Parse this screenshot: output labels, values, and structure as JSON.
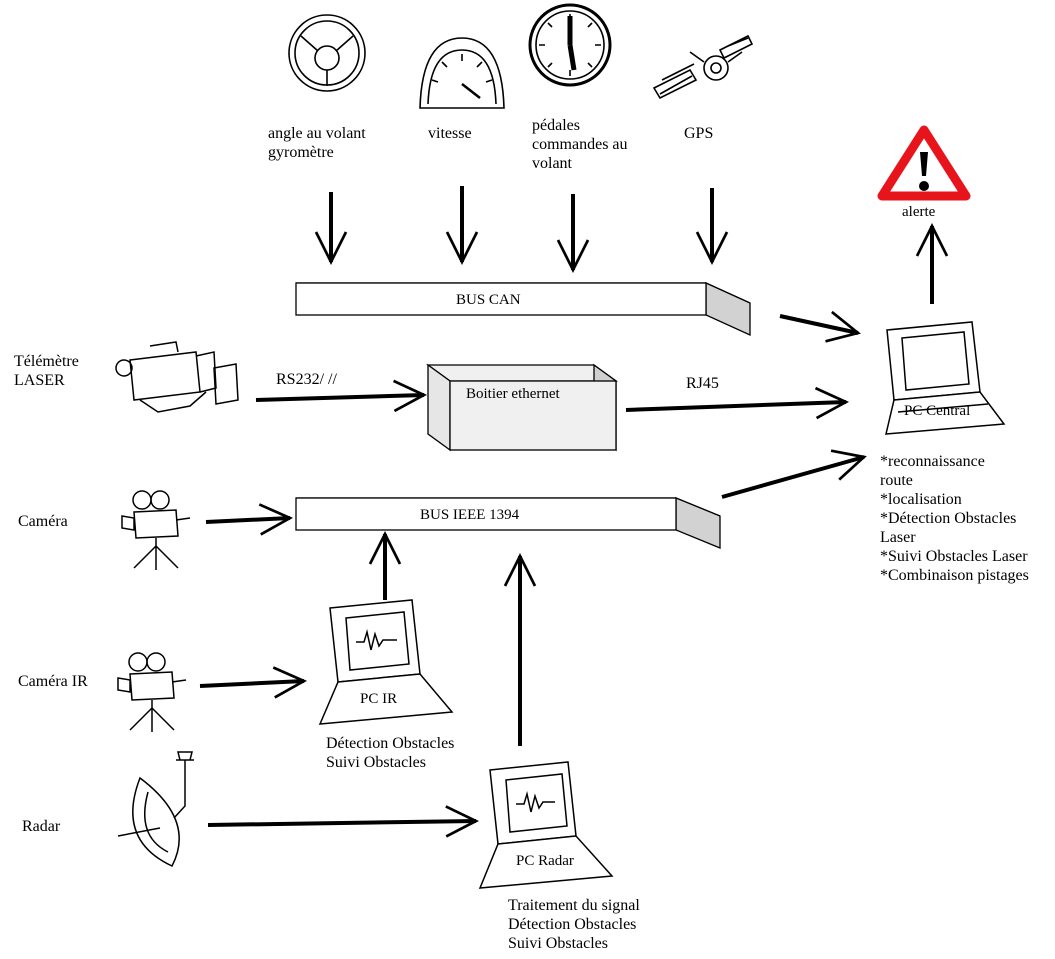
{
  "sensors_top": {
    "steering": [
      "angle au volant",
      "gyromètre"
    ],
    "speed": [
      "vitesse"
    ],
    "pedals": [
      "pédales",
      "commandes au",
      "volant"
    ],
    "gps": [
      "GPS"
    ]
  },
  "alert": {
    "label": "alerte",
    "color": "#e8141c"
  },
  "buses": {
    "can": "BUS CAN",
    "ieee": "BUS IEEE 1394",
    "ethernet_box": "Boitier ethernet"
  },
  "links": {
    "rs232": "RS232/ //",
    "rj45": "RJ45"
  },
  "left_sensors": {
    "laser": [
      "Télémètre",
      "LASER"
    ],
    "camera": [
      "Caméra"
    ],
    "camera_ir": [
      "Caméra IR"
    ],
    "radar": [
      "Radar"
    ]
  },
  "pcs": {
    "central": {
      "label": "PC Central",
      "tasks": [
        "*reconnaissance",
        "route",
        "*localisation",
        "*Détection Obstacles",
        "Laser",
        "*Suivi Obstacles Laser",
        "*Combinaison pistages"
      ]
    },
    "ir": {
      "label": "PC IR",
      "tasks": [
        "Détection Obstacles",
        "Suivi Obstacles"
      ]
    },
    "radar": {
      "label": "PC Radar",
      "tasks": [
        "Traitement du signal",
        "Détection Obstacles",
        "Suivi Obstacles"
      ]
    }
  }
}
